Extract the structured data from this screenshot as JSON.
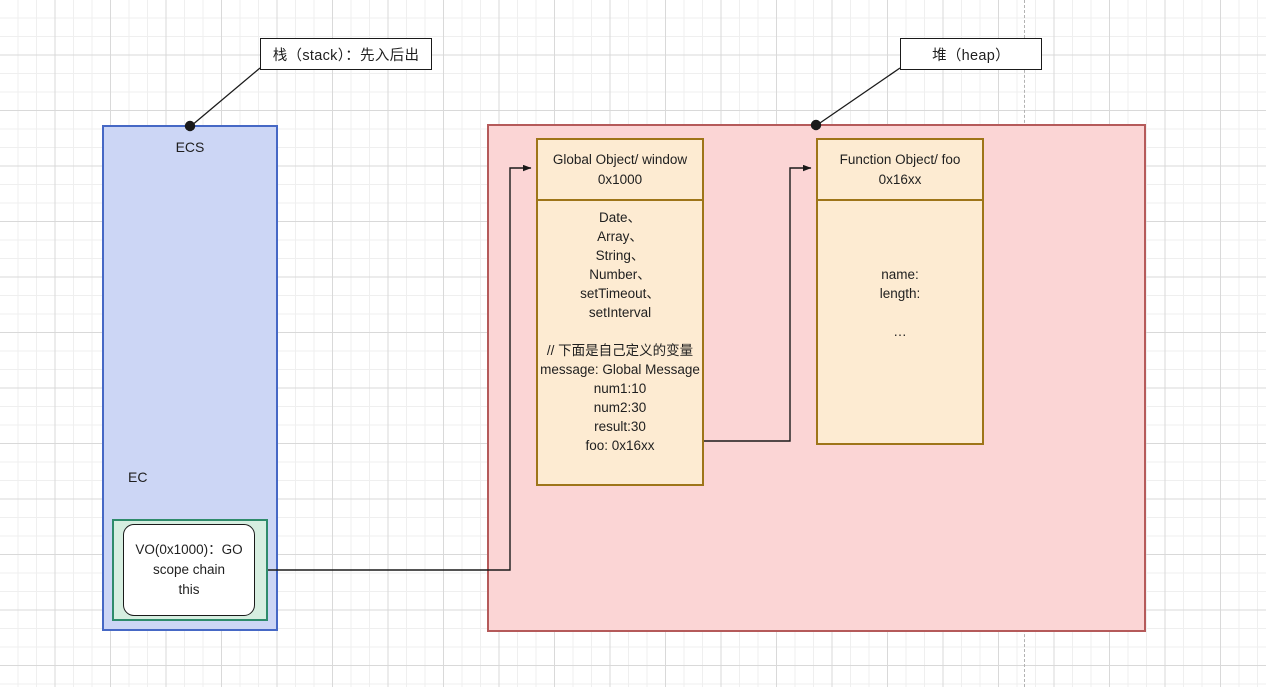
{
  "diagram": {
    "title": "JavaScript Execution Context Stack and Heap Memory Diagram",
    "colors": {
      "stack_fill": "#ccd6f5",
      "stack_border": "#4668c5",
      "heap_fill": "#fbd5d5",
      "heap_border": "#b55a5a",
      "object_fill": "#fdebd2",
      "object_border": "#9e7519",
      "vo_outer_fill": "#d6eee0",
      "vo_outer_border": "#2e8b6b",
      "vo_inner_fill": "#ffffff",
      "connector": "#1a1a1a",
      "grid_minor": "#efefef",
      "grid_major": "#d9d9d9",
      "guide_dashed": "#b3b3b3"
    }
  },
  "callouts": {
    "stack": "栈（stack）：先入后出",
    "heap": "堆（heap）"
  },
  "stack": {
    "ecs_label": "ECS",
    "ec_label": "EC",
    "vo": {
      "line1": "VO(0x1000)：GO",
      "line2": "scope chain",
      "line3": "this"
    }
  },
  "heap": {
    "global_object": {
      "head": {
        "line1": "Global Object/ window",
        "line2": "0x1000"
      },
      "builtins": [
        "Date、",
        "Array、",
        "String、",
        "Number、",
        "setTimeout、",
        "setInterval"
      ],
      "comment": "// 下面是自己定义的变量",
      "properties": [
        "message: Global Message",
        "num1:10",
        "num2:30",
        "result:30",
        "foo: 0x16xx"
      ]
    },
    "function_object": {
      "head": {
        "line1": "Function Object/ foo",
        "line2": "0x16xx"
      },
      "properties": [
        "name:",
        "length:"
      ],
      "ellipsis": "…"
    }
  }
}
